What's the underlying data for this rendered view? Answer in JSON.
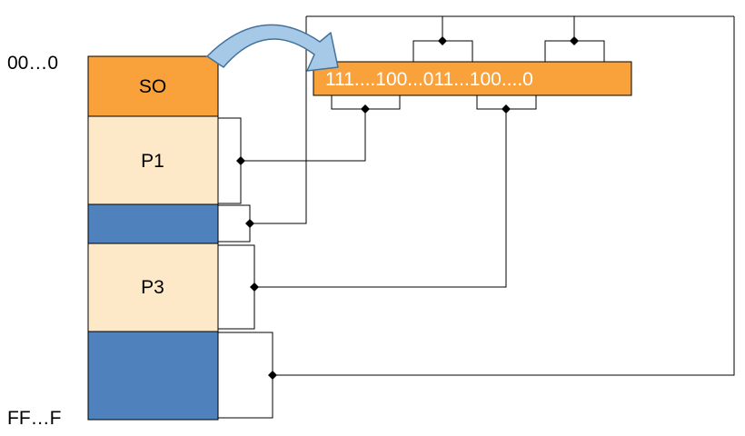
{
  "colors": {
    "orange": "#F9A23C",
    "cream": "#FDE9C8",
    "blue": "#4F81BD",
    "arrow_fill": "#A7C9E8",
    "arrow_stroke": "#41719C",
    "line": "#000000",
    "bitmap_text": "#FFFFFF"
  },
  "memory": {
    "top_address": "00…0",
    "bottom_address": "FF…F",
    "segments": [
      {
        "id": "os",
        "label": "SO"
      },
      {
        "id": "p1",
        "label": "P1"
      },
      {
        "id": "hole1",
        "label": ""
      },
      {
        "id": "p3",
        "label": "P3"
      },
      {
        "id": "hole2",
        "label": ""
      }
    ]
  },
  "bitmap": {
    "value": "111....100...011...100....0"
  }
}
